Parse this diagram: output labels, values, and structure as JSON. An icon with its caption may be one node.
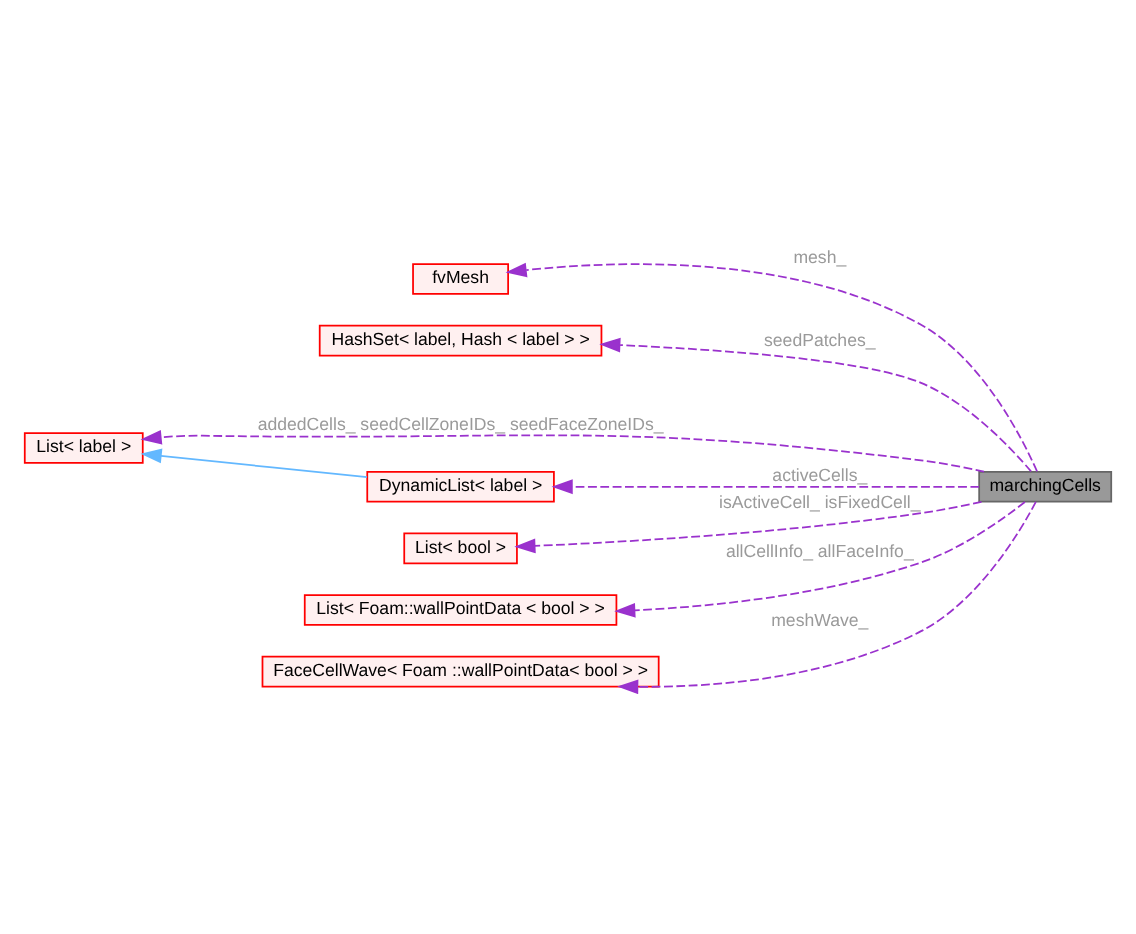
{
  "diagram": {
    "nodes": [
      {
        "text": [
          "marchingCells"
        ]
      },
      {
        "text": [
          "fvMesh"
        ]
      },
      {
        "text": [
          "HashSet< label, Hash < label > >"
        ]
      },
      {
        "text": [
          "List< label >"
        ]
      },
      {
        "text": [
          "DynamicList< label >"
        ]
      },
      {
        "text": [
          "List< bool >"
        ]
      },
      {
        "text": [
          "List< Foam::wallPointData < bool > >"
        ]
      },
      {
        "text": [
          "FaceCellWave< Foam ::wallPointData< bool > >"
        ]
      }
    ],
    "edges": [
      {
        "from": 0,
        "to": 1,
        "arrow": "to",
        "label": "mesh_",
        "style": "dashed"
      },
      {
        "from": 0,
        "to": 2,
        "arrow": "to",
        "label": "seedPatches_",
        "style": "dashed"
      },
      {
        "from": 0,
        "to": 3,
        "arrow": "to",
        "label": "addedCells_ seedCellZoneIDs_ seedFaceZoneIDs_",
        "style": "dashed"
      },
      {
        "from": 0,
        "to": 4,
        "arrow": "to",
        "label": "activeCells_",
        "style": "dashed"
      },
      {
        "from": 0,
        "to": 5,
        "arrow": "to",
        "label": "isActiveCell_ isFixedCell_",
        "style": "dashed"
      },
      {
        "from": 0,
        "to": 6,
        "arrow": "to",
        "label": "allCellInfo_ allFaceInfo_",
        "style": "dashed"
      },
      {
        "from": 0,
        "to": 7,
        "arrow": "to",
        "label": "meshWave_",
        "style": "dashed"
      },
      {
        "from": 4,
        "to": 3,
        "arrow": "to",
        "color": "#63b8ff"
      }
    ]
  }
}
